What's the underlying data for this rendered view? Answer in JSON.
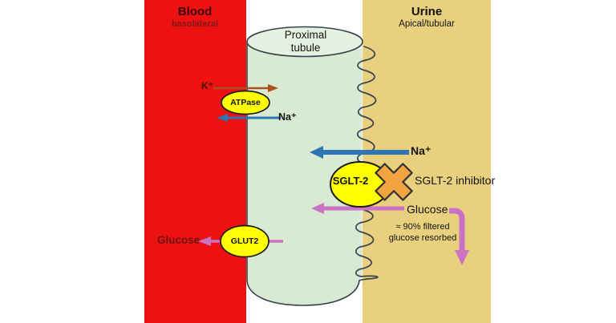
{
  "blood": {
    "title": "Blood",
    "subtitle": "basolateral",
    "potassium_label": "K⁺",
    "sodium_label": "Na⁺",
    "glucose_label": "Glucose"
  },
  "urine": {
    "title": "Urine",
    "subtitle": "Apical/tubular",
    "sodium_label": "Na⁺",
    "glucose_label": "Glucose",
    "resorbed_note_line1": "≈ 90% filtered",
    "resorbed_note_line2": "glucose resorbed"
  },
  "tubule": {
    "title_line1": "Proximal",
    "title_line2": "tubule"
  },
  "transporters": {
    "atpase": "ATPase",
    "sglt2": "SGLT-2",
    "glut2": "GLUT2"
  },
  "inhibitor": {
    "label": "SGLT-2 inhibitor"
  },
  "colors": {
    "blood_band": "#EE1111",
    "urine_band": "#E9D07E",
    "tubule_fill": "#D8EBD2",
    "tubule_top_fill": "#E6F2E1",
    "transporter_fill": "#FFFF00",
    "sodium_arrow": "#2E75B6",
    "potassium_arrow": "#AF4F1F",
    "glucose_arrow": "#CB72C5",
    "inhibitor_cross": "#F2A440"
  }
}
